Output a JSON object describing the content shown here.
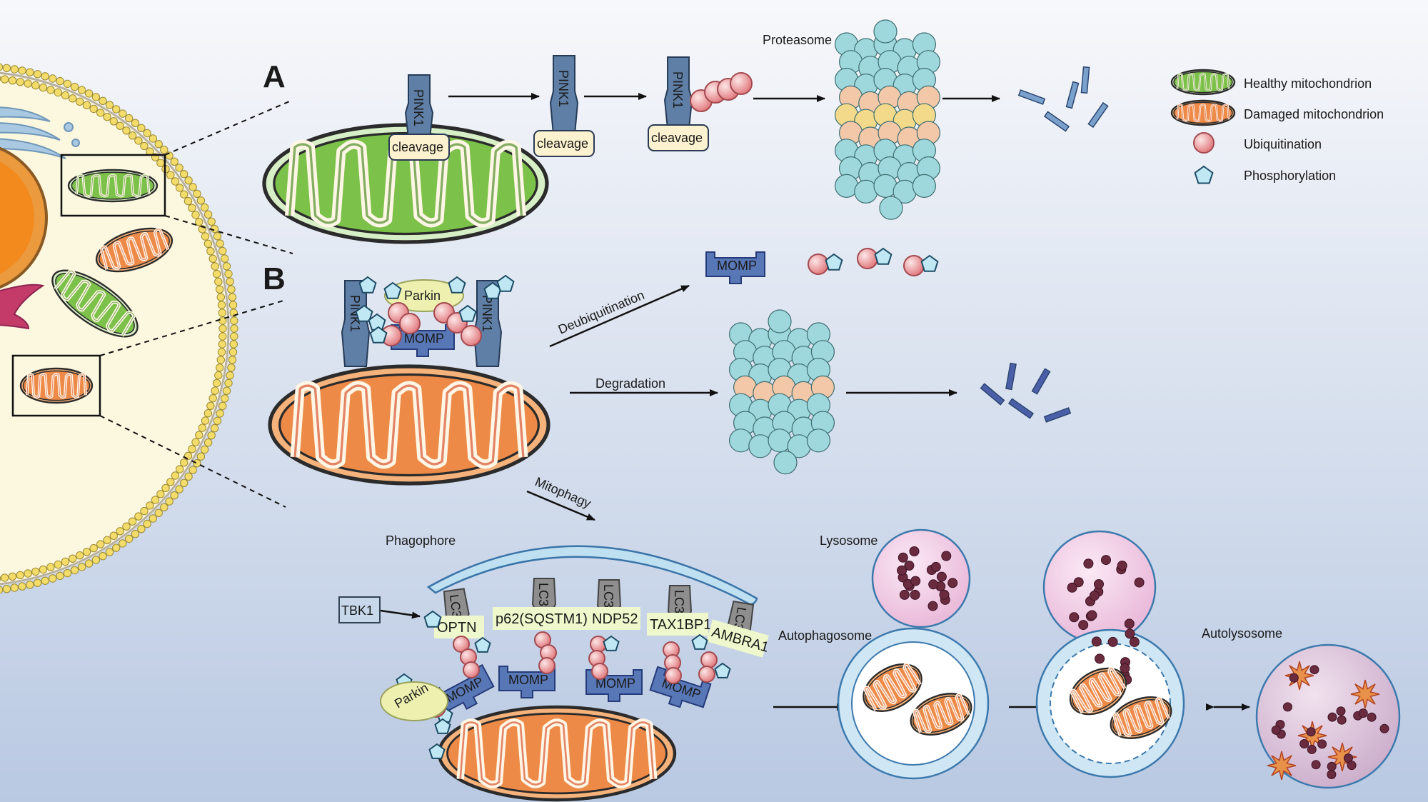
{
  "panels": {
    "a": "A",
    "b": "B"
  },
  "legend": [
    {
      "label": "Healthy mitochondrion"
    },
    {
      "label": "Damaged mitochondrion"
    },
    {
      "label": "Ubiquitination"
    },
    {
      "label": "Phosphorylation"
    }
  ],
  "labels": {
    "proteasome": "Proteasome",
    "pink1": "PINK1",
    "cleavage": "cleavage",
    "parkin": "Parkin",
    "momp": "MOMP",
    "deubiquitination": "Deubiquitination",
    "degradation": "Degradation",
    "mitophagy": "Mitophagy",
    "phagophore": "Phagophore",
    "tbk1": "TBK1",
    "lc3": "LC3",
    "lysosome": "Lysosome",
    "autophagosome": "Autophagosome",
    "autolysosome": "Autolysosome"
  },
  "receptors": [
    "OPTN",
    "p62(SQSTM1)",
    "NDP52",
    "TAX1BP1",
    "AMBRA1"
  ],
  "colors": {
    "healthy_fill": "#7cc24a",
    "damaged_fill": "#ee8a48",
    "ubiquitin": "#e8878c",
    "phospho": "#bfe8f4",
    "protein": "#5f7fa6",
    "receptor": "#eef8cc",
    "lysosome": "#f0c6e2",
    "phagophore": "#bfe0f1"
  }
}
